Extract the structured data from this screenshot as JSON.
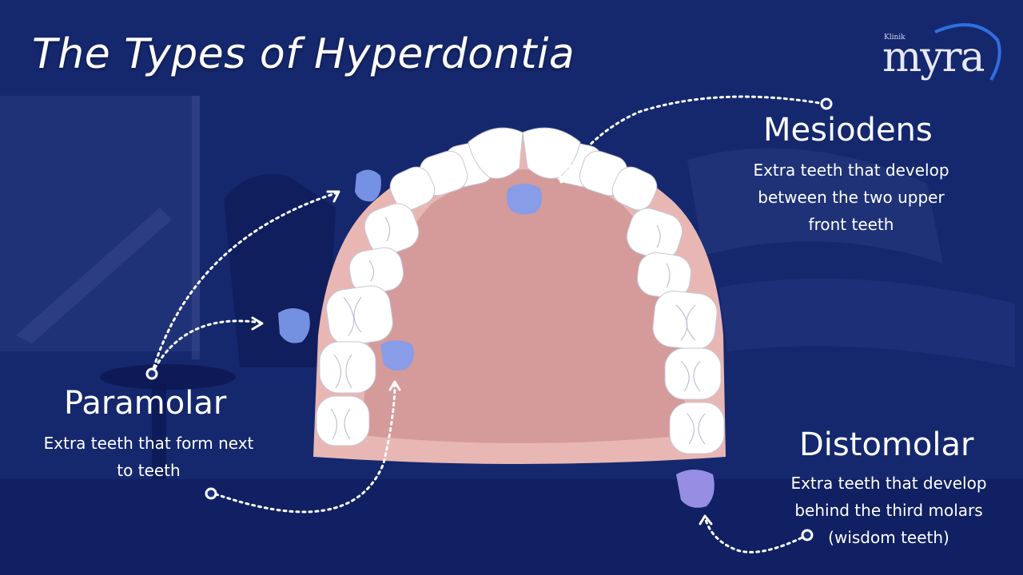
{
  "title": "The Types of Hyperdontia",
  "logo": {
    "small": "Klinik",
    "main": "myra"
  },
  "labels": {
    "mesiodens": {
      "heading": "Mesiodens",
      "line1": "Extra teeth that develop",
      "line2": "between the two upper",
      "line3": "front teeth"
    },
    "paramolar": {
      "heading": "Paramolar",
      "line1": "Extra teeth that form next",
      "line2": "to teeth"
    },
    "distomolar": {
      "heading": "Distomolar",
      "line1": "Extra teeth that develop",
      "line2": "behind the third molars",
      "line3": "(wisdom teeth)"
    }
  },
  "colors": {
    "background": "#1a2f7a",
    "gum": "#d59a9a",
    "gum_edge": "#e8b7b4",
    "tooth": "#ffffff",
    "extra_tooth_blue": "#7f9cf0",
    "extra_tooth_violet": "#a49af2"
  }
}
